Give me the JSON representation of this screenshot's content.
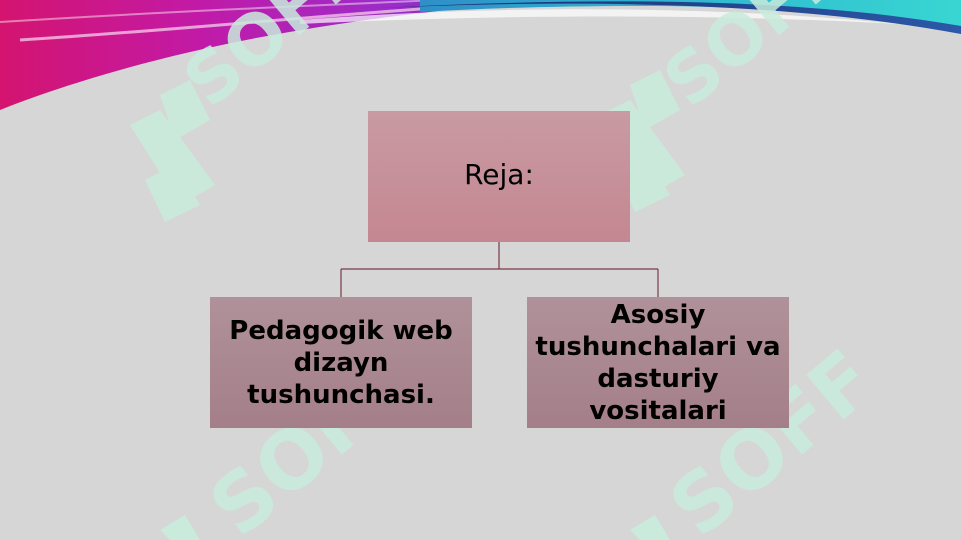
{
  "slide": {
    "root": {
      "label": "Reja:"
    },
    "children": [
      {
        "label": "Pedagogik web dizayn tushunchasi."
      },
      {
        "label": "Asosiy tushunchalari va dasturiy vositalari"
      }
    ],
    "watermark_text": "SOFF",
    "colors": {
      "background": "#d6d6d6",
      "root_fill": "#c48f99",
      "child_fill": "#a9868f",
      "connector": "#7a3b48",
      "banner_magenta": "#c2189a",
      "banner_teal": "#31c4cf",
      "watermark": "#c9ecdc"
    }
  }
}
